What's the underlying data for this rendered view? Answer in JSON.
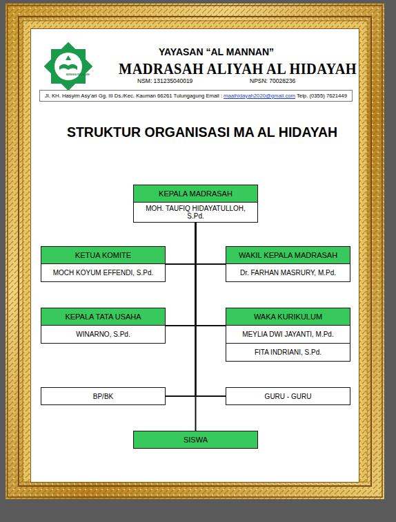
{
  "diagram": {
    "title": "STRUKTUR ORGANISASI MA AL HIDAYAH",
    "nodes": [
      {
        "text": [
          "KEPALA MADRASAH",
          "MOH. TAUFIQ HIDAYATULLOH, S.Pd."
        ]
      },
      {
        "text": [
          "KETUA KOMITE",
          "MOCH KOYUM EFFENDI, S.Pd."
        ]
      },
      {
        "text": [
          "WAKIL KEPALA MADRASAH",
          "Dr. FARHAN MASRURY, M.Pd."
        ]
      },
      {
        "text": [
          "KEPALA TATA USAHA",
          "WINARNO, S.Pd."
        ]
      },
      {
        "text": [
          "WAKA KURIKULUM",
          "MEYLIA DWI JAYANTI, M.Pd.",
          "FITA INDRIANI, S.Pd."
        ]
      },
      {
        "text": [
          "BP/BK"
        ]
      },
      {
        "text": [
          "GURU - GURU"
        ]
      },
      {
        "text": [
          "SISWA"
        ]
      }
    ],
    "edges": [
      {
        "from": 0,
        "to": 1,
        "arrow": "none"
      },
      {
        "from": 0,
        "to": 2,
        "arrow": "none"
      },
      {
        "from": 0,
        "to": 3,
        "arrow": "none"
      },
      {
        "from": 0,
        "to": 4,
        "arrow": "none"
      },
      {
        "from": 0,
        "to": 5,
        "arrow": "none"
      },
      {
        "from": 0,
        "to": 6,
        "arrow": "none"
      },
      {
        "from": 0,
        "to": 7,
        "arrow": "none"
      }
    ],
    "labels": [
      "YAYASAN “AL MANNAN”",
      "MADRASAH ALIYAH AL HIDAYAH",
      "NSM: 131235040019",
      "NPSN: 70028236",
      "Jl. KH. Hasyim Asy’ari Gg. III Ds./Kec. Kauman 66261 Tulungagung Email :",
      "maalhidayah2020@gmail.com",
      "Telp. (0355) 7621449",
      "MADRASAH ALIYAH AL HIDAYAH"
    ]
  }
}
